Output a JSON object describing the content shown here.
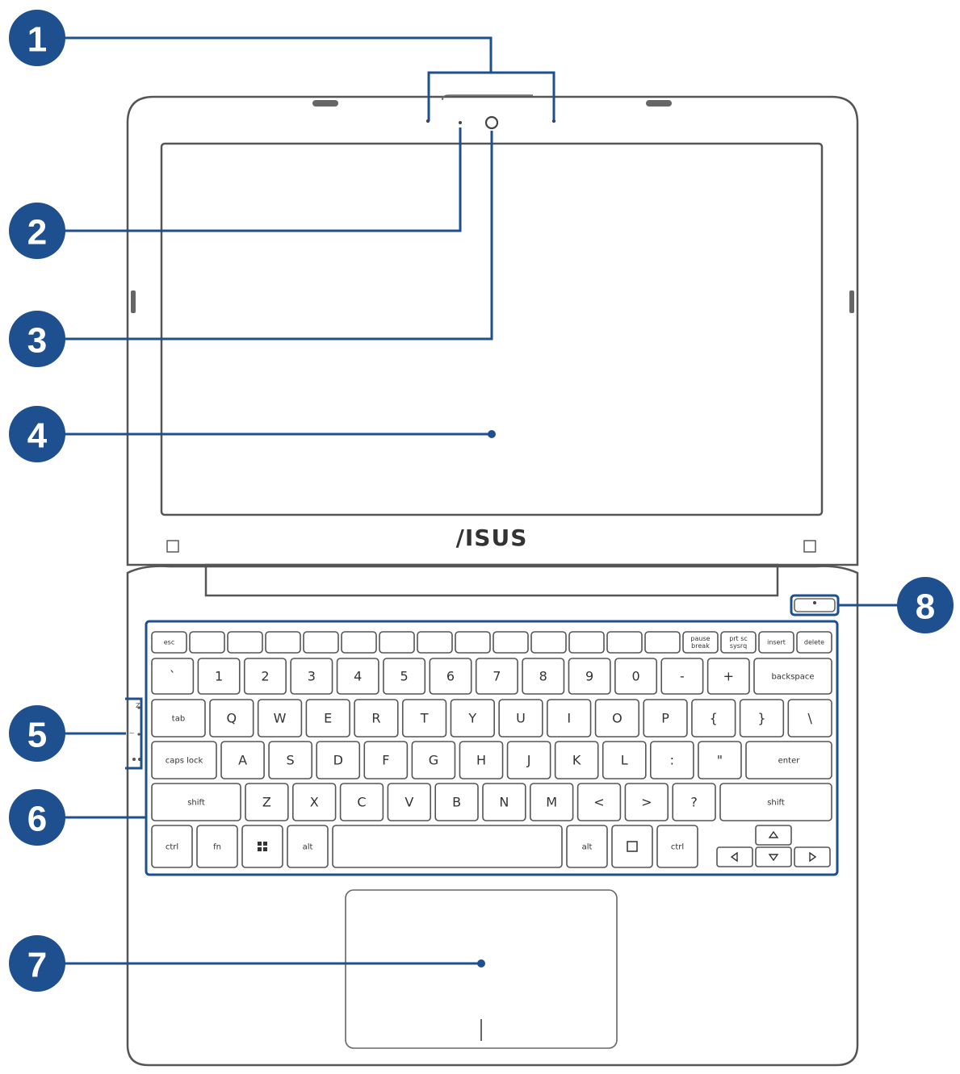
{
  "logo_text": "/ISUS",
  "callouts": [
    {
      "number": "1"
    },
    {
      "number": "2"
    },
    {
      "number": "3"
    },
    {
      "number": "4"
    },
    {
      "number": "5"
    },
    {
      "number": "6"
    },
    {
      "number": "7"
    },
    {
      "number": "8"
    }
  ],
  "keyboard": {
    "function_row": [
      "esc",
      "",
      "",
      "",
      "",
      "",
      "",
      "",
      "",
      "",
      "",
      "",
      "",
      "",
      "pause\nbreak",
      "prt sc\nsysrq",
      "insert",
      "delete"
    ],
    "number_row": [
      "`",
      "1",
      "2",
      "3",
      "4",
      "5",
      "6",
      "7",
      "8",
      "9",
      "0",
      "-",
      "+",
      "backspace"
    ],
    "qwerty_row": [
      "tab",
      "Q",
      "W",
      "E",
      "R",
      "T",
      "Y",
      "U",
      "I",
      "O",
      "P",
      "{",
      "}",
      "\\"
    ],
    "home_row": [
      "caps lock",
      "A",
      "S",
      "D",
      "F",
      "G",
      "H",
      "J",
      "K",
      "L",
      ":",
      "\"",
      "enter"
    ],
    "shift_row": [
      "shift",
      "Z",
      "X",
      "C",
      "V",
      "B",
      "N",
      "M",
      "<",
      ">",
      "?",
      "shift"
    ],
    "bottom_row": [
      "ctrl",
      "fn",
      "",
      "alt",
      "",
      "alt",
      "",
      "ctrl"
    ]
  },
  "colors": {
    "accent": "#1e4f8f",
    "outline": "#555555"
  },
  "icons": [
    "webcam-icon",
    "microphone-icon",
    "camera-indicator-icon",
    "power-button-icon",
    "windows-key-icon",
    "arrow-keys-icon"
  ]
}
